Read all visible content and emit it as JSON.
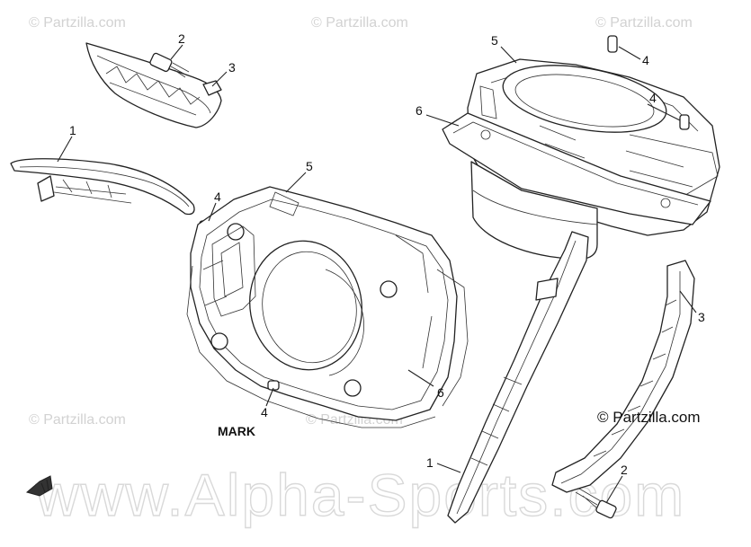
{
  "watermarks": {
    "small": [
      "© Partzilla.com",
      "© Partzilla.com",
      "© Partzilla.com",
      "© Partzilla.com",
      "© Partzilla.com"
    ],
    "large": "www.Alpha-Sports.com",
    "copyright": "© Partzilla.com"
  },
  "labels": {
    "mark": "MARK",
    "callouts": [
      "1",
      "2",
      "3",
      "4",
      "4",
      "4",
      "5",
      "5",
      "6",
      "6",
      "4",
      "3",
      "1",
      "2"
    ]
  }
}
